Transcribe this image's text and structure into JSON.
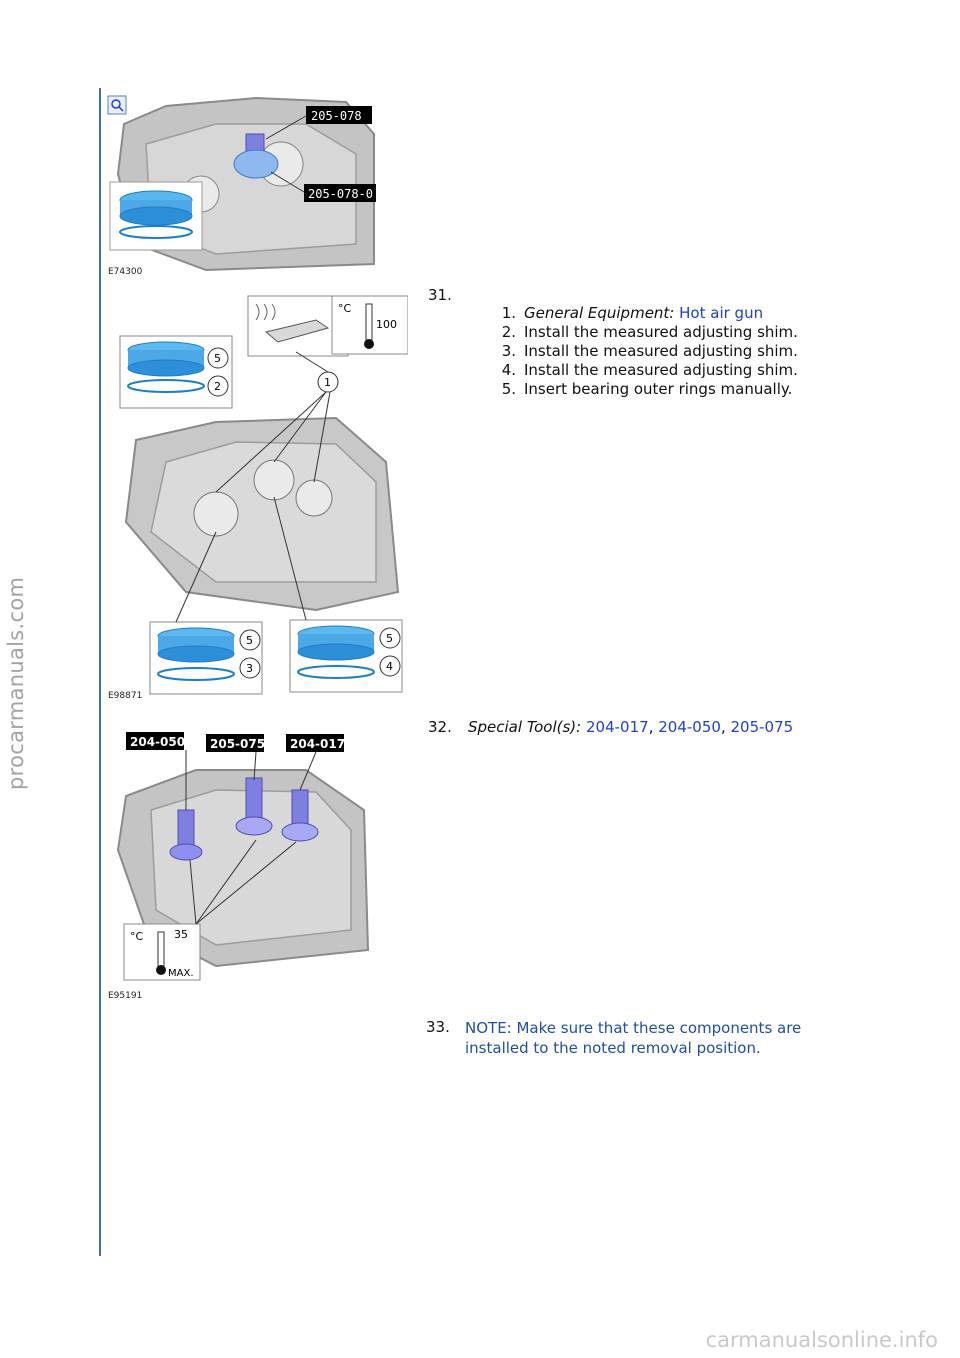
{
  "watermark_side": "procarmanuals.com",
  "watermark_footer": "carmanualsonline.info",
  "figure1": {
    "caption": "E74300",
    "labels": [
      "205-078",
      "205-078-0"
    ],
    "zoom_icon": "magnify-plus-icon"
  },
  "step31": {
    "number": "31.",
    "items": [
      {
        "n": "1.",
        "prefix": "General Equipment:",
        "link": "Hot air gun"
      },
      {
        "n": "2.",
        "text": "Install the measured adjusting shim."
      },
      {
        "n": "3.",
        "text": "Install the measured adjusting shim."
      },
      {
        "n": "4.",
        "text": "Install the measured adjusting shim."
      },
      {
        "n": "5.",
        "text": "Insert bearing outer rings manually."
      }
    ]
  },
  "figure2": {
    "caption": "E98871",
    "temperature": "100",
    "unit": "°C",
    "callouts": [
      "1",
      "5",
      "2",
      "5",
      "3",
      "5",
      "4"
    ]
  },
  "step32": {
    "number": "32.",
    "prefix": "Special Tool(s):",
    "links": [
      "204-017",
      "204-050",
      "205-075"
    ],
    "sep": ","
  },
  "figure3": {
    "caption": "E95191",
    "labels": [
      "204-050",
      "205-075",
      "204-017"
    ],
    "temperature": "35",
    "unit": "°C",
    "max": "MAX."
  },
  "step33": {
    "number": "33.",
    "note": "NOTE: Make sure that these components are installed to the noted removal position."
  },
  "colors": {
    "rule": "#3f6fb0",
    "link": "#1f3fd0",
    "note": "#1f4fa8",
    "ring": "#3aa0e0"
  }
}
